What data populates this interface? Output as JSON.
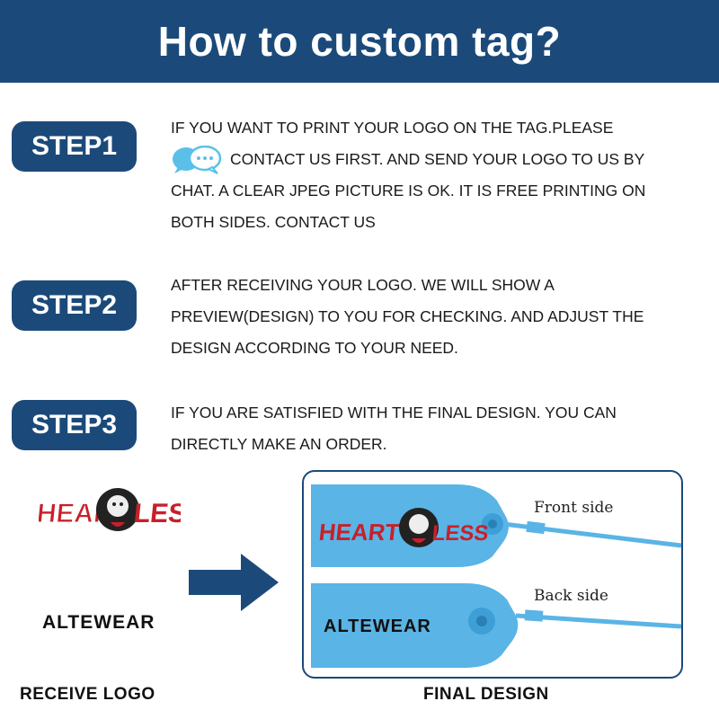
{
  "header": {
    "title": "How to custom tag?"
  },
  "steps": [
    {
      "label": "STEP1",
      "line1": "IF YOU WANT TO PRINT YOUR LOGO ON THE TAG.PLEASE",
      "line2": "CONTACT US FIRST. AND SEND YOUR LOGO TO US BY",
      "line3": "CHAT. A CLEAR JPEG PICTURE IS OK. IT IS FREE PRINTING ON",
      "line4": "BOTH SIDES. CONTACT US"
    },
    {
      "label": "STEP2",
      "line1": "AFTER RECEIVING YOUR LOGO. WE WILL SHOW A",
      "line2": "PREVIEW(DESIGN) TO YOU FOR CHECKING. AND ADJUST THE",
      "line3": "DESIGN ACCORDING TO YOUR NEED."
    },
    {
      "label": "STEP3",
      "line1": "IF YOU ARE SATISFIED WITH THE FINAL DESIGN. YOU CAN",
      "line2": "DIRECTLY MAKE AN ORDER."
    }
  ],
  "logos": {
    "first": "HEART LESS",
    "second": "ALTEWEAR"
  },
  "panel": {
    "front_label": "Front side",
    "back_label": "Back side"
  },
  "captions": {
    "left": "RECEIVE LOGO",
    "right": "FINAL DESIGN"
  },
  "colors": {
    "brand_blue": "#1b4a7a",
    "tag_blue": "#5ab4e6",
    "logo_red": "#c8202a",
    "chat_icon": "#5bc0e8"
  }
}
